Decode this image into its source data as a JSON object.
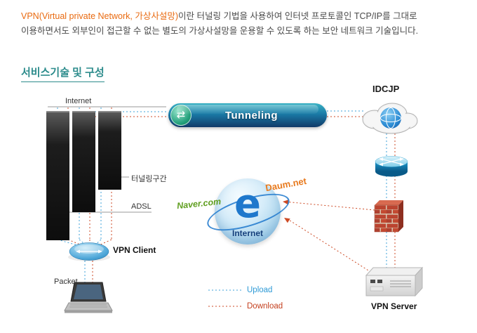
{
  "intro": {
    "highlight": "VPN(Virtual private Network, 가상사설망)",
    "rest": "이란 터널링 기법을 사용하여 인터넷 프로토콜인 TCP/IP를 그대로\n이용하면서도 외부인이 접근할 수 없는 별도의 가상사설망을 운용할 수 있도록 하는 보안 네트워크 기술입니다."
  },
  "heading": "서비스기술 및 구성",
  "diagram": {
    "internet_label": "Internet",
    "tunneling_label": "Tunneling",
    "idcjp_label": "IDCJP",
    "tunnel_section_label": "터널링구간",
    "adsl_label": "ADSL",
    "vpn_client_label": "VPN Client",
    "packet_label": "Packet",
    "globe_label": "Internet",
    "naver_label": "Naver.com",
    "daum_label": "Daum.net",
    "vpn_server_label": "VPN Server"
  },
  "legend": {
    "upload": "Upload",
    "download": "Download"
  },
  "icons": {
    "tunnel_arrows_glyph": "⇄",
    "ie_e_glyph": "e"
  },
  "colors": {
    "highlight_orange": "#e96a10",
    "heading_teal": "#2d8c8c",
    "upload_blue": "#2e9ad6",
    "download_red": "#c4401f",
    "naver_green": "#5f9e1f",
    "daum_orange": "#e87a1e",
    "banner_teal": "#1a7aa6",
    "banner_navy": "#113a68"
  }
}
